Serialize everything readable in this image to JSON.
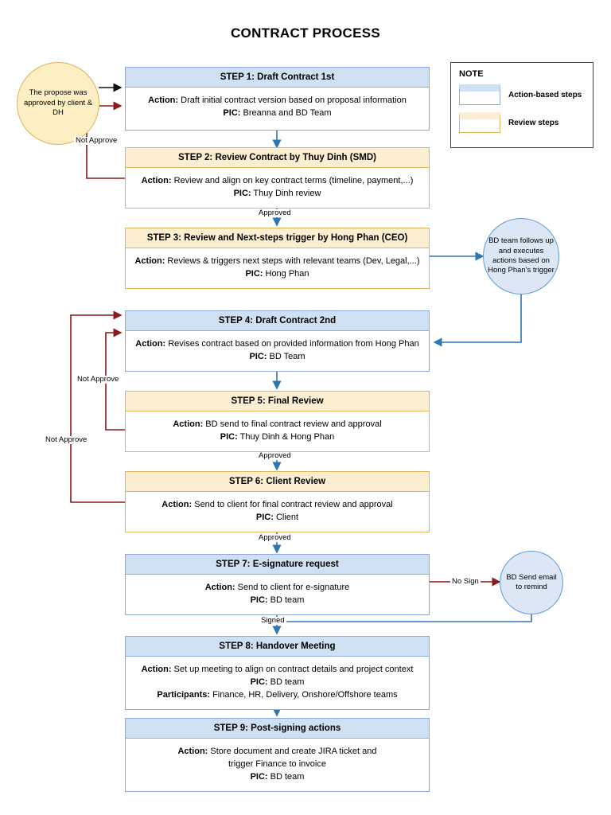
{
  "title": "CONTRACT PROCESS",
  "colors": {
    "action_header": "#cfe0f3",
    "action_border": "#8eaadb",
    "review_header": "#fceed0",
    "review_border": "#e0b55a",
    "flow_arrow": "#2e75b6",
    "reject_arrow": "#8c1a1a",
    "start_fill": "#fdeec4",
    "note_fill": "#dce6f5"
  },
  "start_node": {
    "label": "The propose was approved by client & DH"
  },
  "note": {
    "heading": "NOTE",
    "items": [
      {
        "label": "Action-based steps",
        "kind": "action"
      },
      {
        "label": "Review steps",
        "kind": "review"
      }
    ]
  },
  "steps": [
    {
      "id": "step1",
      "kind": "action",
      "header": "STEP 1: Draft Contract 1st",
      "lines": [
        {
          "key": "Action:",
          "value": " Draft initial contract version based on proposal information"
        },
        {
          "key": "PIC:",
          "value": " Breanna and BD Team"
        }
      ]
    },
    {
      "id": "step2",
      "kind": "review",
      "header": "STEP 2: Review Contract by Thuy Dinh (SMD)",
      "lines": [
        {
          "key": "Action:",
          "value": " Review and align on key contract terms (timeline, payment,...)"
        },
        {
          "key": "PIC:",
          "value": " Thuy Dinh review"
        }
      ]
    },
    {
      "id": "step3",
      "kind": "review",
      "header": "STEP 3: Review and Next-steps trigger by Hong Phan (CEO)",
      "lines": [
        {
          "key": "Action:",
          "value": " Reviews & triggers next steps with relevant teams (Dev, Legal,...)"
        },
        {
          "key": "PIC:",
          "value": " Hong Phan"
        }
      ]
    },
    {
      "id": "step4",
      "kind": "action",
      "header": "STEP 4: Draft Contract 2nd",
      "lines": [
        {
          "key": "Action:",
          "value": " Revises contract based on provided information from Hong Phan"
        },
        {
          "key": "PIC:",
          "value": " BD Team"
        }
      ]
    },
    {
      "id": "step5",
      "kind": "review",
      "header": "STEP 5: Final Review",
      "lines": [
        {
          "key": "Action:",
          "value": " BD send to final contract review and approval"
        },
        {
          "key": "PIC:",
          "value": " Thuy Dinh & Hong Phan"
        }
      ]
    },
    {
      "id": "step6",
      "kind": "review",
      "header": "STEP 6: Client Review",
      "lines": [
        {
          "key": "Action:",
          "value": " Send to client for final contract review and approval"
        },
        {
          "key": "PIC:",
          "value": " Client"
        }
      ]
    },
    {
      "id": "step7",
      "kind": "action",
      "header": "STEP 7: E-signature request",
      "lines": [
        {
          "key": "Action:",
          "value": " Send to client for e-signature"
        },
        {
          "key": "PIC:",
          "value": " BD team"
        }
      ]
    },
    {
      "id": "step8",
      "kind": "action",
      "header": "STEP 8: Handover Meeting",
      "lines": [
        {
          "key": "Action:",
          "value": " Set up meeting to align on contract details and project context"
        },
        {
          "key": "PIC:",
          "value": " BD team"
        },
        {
          "key": "Participants:",
          "value": " Finance, HR, Delivery, Onshore/Offshore teams"
        }
      ]
    },
    {
      "id": "step9",
      "kind": "action",
      "header": "STEP 9: Post-signing actions",
      "lines": [
        {
          "key": "Action:",
          "value": " Store document and create JIRA ticket and"
        },
        {
          "key": "",
          "value": "trigger Finance to invoice"
        },
        {
          "key": "PIC:",
          "value": " BD team"
        }
      ]
    }
  ],
  "side_nodes": [
    {
      "id": "bd-trigger",
      "label": "BD team follows up and executes actions based on Hong Phan's trigger"
    },
    {
      "id": "bd-remind",
      "label": "BD Send email to remind"
    }
  ],
  "edge_labels": [
    {
      "id": "s2-reject",
      "text": "Not Approve"
    },
    {
      "id": "s2-approve",
      "text": "Approved"
    },
    {
      "id": "s5-reject",
      "text": "Not Approve"
    },
    {
      "id": "s6-reject",
      "text": "Not Approve"
    },
    {
      "id": "s5-approve",
      "text": "Approved"
    },
    {
      "id": "s6-approve",
      "text": "Approved"
    },
    {
      "id": "s7-nosign",
      "text": "No Sign"
    },
    {
      "id": "s7-signed",
      "text": "Signed"
    }
  ]
}
